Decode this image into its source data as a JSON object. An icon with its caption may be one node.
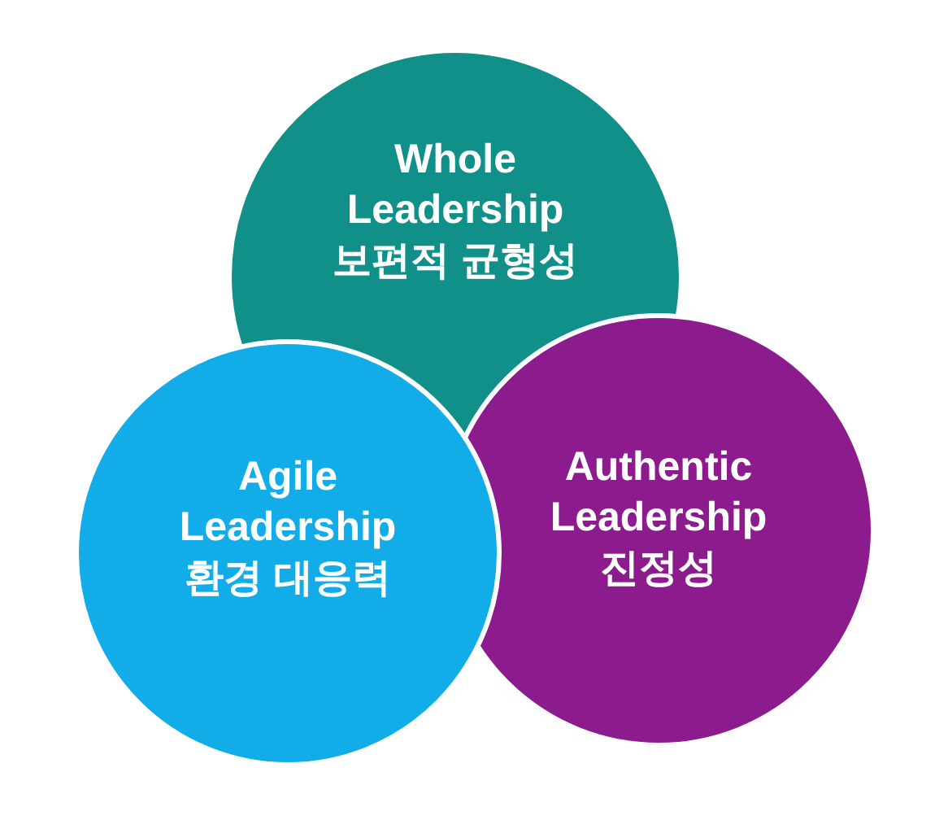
{
  "diagram": {
    "nodes": [
      {
        "text": [
          "Whole Leadership",
          "보편적 균형성"
        ]
      },
      {
        "text": [
          "Authentic Leadership",
          "진정성"
        ]
      },
      {
        "text": [
          "Agile Leadership",
          "환경 대응력"
        ]
      }
    ]
  }
}
